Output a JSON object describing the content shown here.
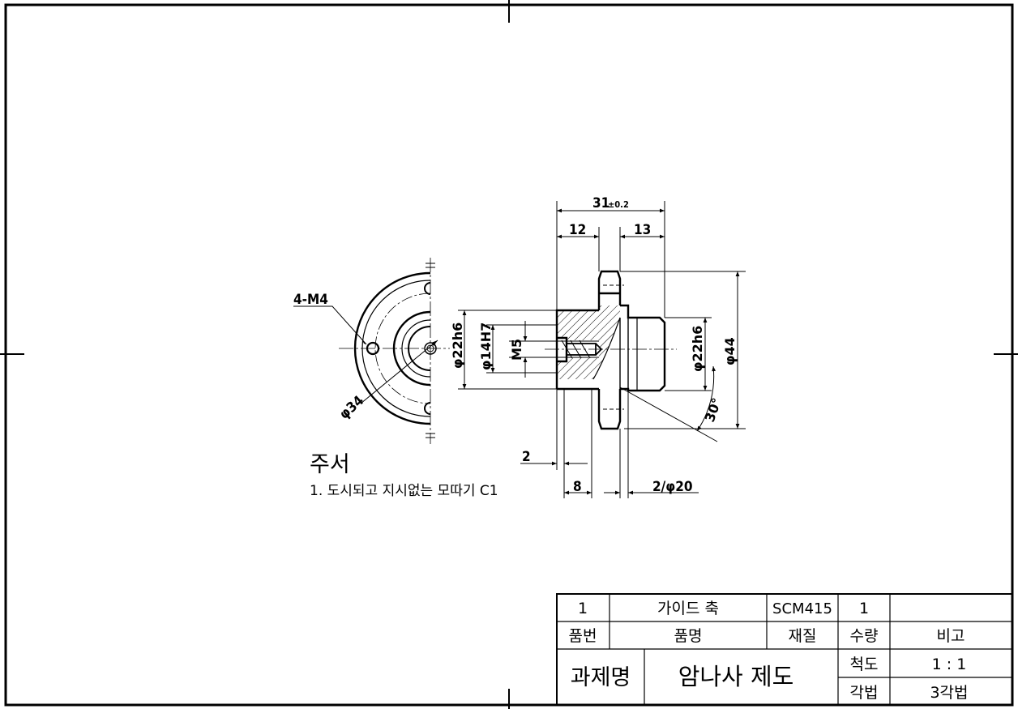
{
  "drawing": {
    "dimensions": {
      "overall_length": "31",
      "overall_tol": "±0.2",
      "left_len": "12",
      "right_len": "13",
      "chamfer_left": "2",
      "flange_width": "8",
      "groove": "2/φ20",
      "dia_22h6_left": "φ22h6",
      "dia_14h7": "φ14H7",
      "thread_m5": "M5",
      "dia_22h6_right": "φ22h6",
      "dia_44": "φ44",
      "angle_30": "30°",
      "holes_4m4": "4-M4",
      "pcd_34": "φ34"
    },
    "notes": {
      "title": "주서",
      "line1": "1. 도시되고 지시없는 모따기 C1"
    }
  },
  "title_block": {
    "part_no": "1",
    "part_name": "가이드 축",
    "material": "SCM415",
    "quantity": "1",
    "remarks": "",
    "hdr_part_no": "품번",
    "hdr_part_name": "품명",
    "hdr_material": "재질",
    "hdr_quantity": "수량",
    "hdr_remarks": "비고",
    "project_label": "과제명",
    "project_name": "암나사 제도",
    "scale_label": "척도",
    "scale_value": "1 : 1",
    "projection_label": "각법",
    "projection_value": "3각법"
  }
}
